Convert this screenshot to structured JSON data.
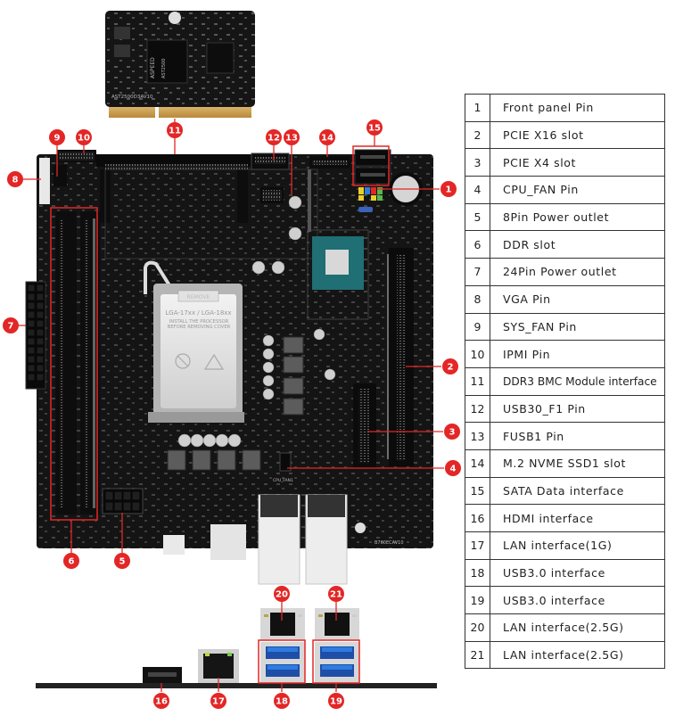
{
  "figure": {
    "title": "Motherboard component layout",
    "accent_color": "#e32626",
    "board_color": "#141414"
  },
  "board_labels": {
    "bmc_chip_brand": "ASPEED",
    "bmc_chip_model": "AST2500",
    "bmc_module_id": "AST2500D3AV10",
    "socket_title": "LGA-17xx / LGA-18xx",
    "socket_remove": "REMOVE",
    "socket_notice": "INSTALL THE PROCESSOR BEFORE REMOVING COVER",
    "board_model": "B760ECAV10",
    "cpu_fan_silk": "CPU_FAN1"
  },
  "callouts": [
    {
      "n": "1"
    },
    {
      "n": "2"
    },
    {
      "n": "3"
    },
    {
      "n": "4"
    },
    {
      "n": "5"
    },
    {
      "n": "6"
    },
    {
      "n": "7"
    },
    {
      "n": "8"
    },
    {
      "n": "9"
    },
    {
      "n": "10"
    },
    {
      "n": "11"
    },
    {
      "n": "12"
    },
    {
      "n": "13"
    },
    {
      "n": "14"
    },
    {
      "n": "15"
    },
    {
      "n": "16"
    },
    {
      "n": "17"
    },
    {
      "n": "18"
    },
    {
      "n": "19"
    },
    {
      "n": "20"
    },
    {
      "n": "21"
    }
  ],
  "legend": [
    {
      "n": "1",
      "label": "Front panel Pin"
    },
    {
      "n": "2",
      "label": "PCIE X16 slot"
    },
    {
      "n": "3",
      "label": "PCIE X4 slot"
    },
    {
      "n": "4",
      "label": "CPU_FAN Pin"
    },
    {
      "n": "5",
      "label": "8Pin Power outlet"
    },
    {
      "n": "6",
      "label": "DDR slot"
    },
    {
      "n": "7",
      "label": "24Pin Power outlet"
    },
    {
      "n": "8",
      "label": "VGA Pin"
    },
    {
      "n": "9",
      "label": "SYS_FAN Pin"
    },
    {
      "n": "10",
      "label": "IPMI Pin"
    },
    {
      "n": "11",
      "label": "DDR3 BMC Module interface"
    },
    {
      "n": "12",
      "label": "USB30_F1 Pin"
    },
    {
      "n": "13",
      "label": "FUSB1 Pin"
    },
    {
      "n": "14",
      "label": "M.2 NVME SSD1 slot"
    },
    {
      "n": "15",
      "label": "SATA Data interface"
    },
    {
      "n": "16",
      "label": "HDMI interface"
    },
    {
      "n": "17",
      "label": "LAN interface(1G)"
    },
    {
      "n": "18",
      "label": "USB3.0 interface"
    },
    {
      "n": "19",
      "label": "USB3.0 interface"
    },
    {
      "n": "20",
      "label": "LAN interface(2.5G)"
    },
    {
      "n": "21",
      "label": "LAN interface(2.5G)"
    }
  ]
}
